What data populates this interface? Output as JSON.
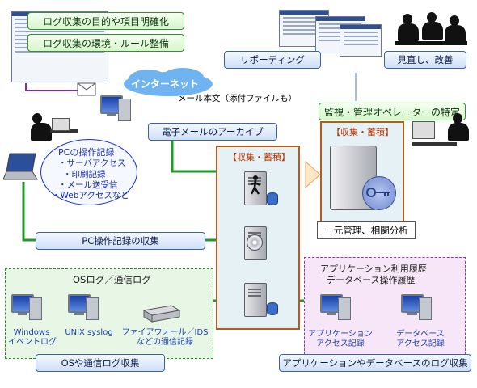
{
  "top_left": {
    "purpose": "ログ収集の目的や項目明確化",
    "rules": "ログ収集の環境・ルール整備"
  },
  "internet": {
    "label": "インターネット",
    "mail_body": "メール本文（添付ファイルも）"
  },
  "reporting": "リポーティング",
  "review": "見直し、改善",
  "operator": "監視・管理オペレーターの特定",
  "email_archive": "電子メールのアーカイブ",
  "pc_records": {
    "title": "PCの操作記録",
    "items": [
      "・サーバアクセス",
      "・印刷記録",
      "・メール送受信",
      "・Webアクセスなど"
    ]
  },
  "collect_left": "【収集・蓄積】",
  "collect_right": "【収集・蓄積】",
  "analysis": "一元管理、相関分析",
  "pc_collect": "PC操作記録の収集",
  "os_section": {
    "title": "OSログ／通信ログ",
    "windows": [
      "Windows",
      "イベントログ"
    ],
    "unix": "UNIX syslog",
    "firewall": [
      "ファイアウォール／IDS",
      "などの通信記録"
    ],
    "footer": "OSや通信ログ収集"
  },
  "app_section": {
    "title": [
      "アプリケーション利用履歴",
      "データベース操作履歴"
    ],
    "app_access": [
      "アプリケーション",
      "アクセス記録"
    ],
    "db_access": [
      "データベース",
      "アクセス記録"
    ],
    "footer": "アプリケーションやデータベースのログ収集"
  },
  "colors": {
    "green_line": "#1f9a2a",
    "purple_line": "#7a2cc2",
    "collect_border": "#b85a1a",
    "internet_cloud": "#6fb4f0"
  }
}
